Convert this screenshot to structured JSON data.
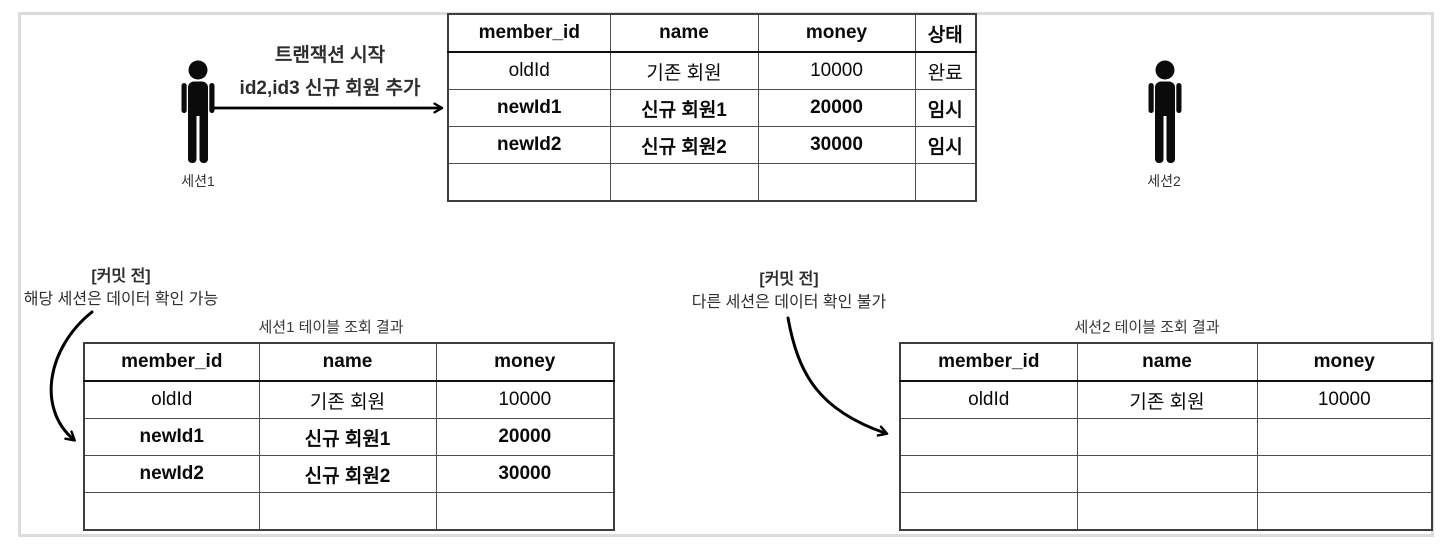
{
  "session1": {
    "label": "세션1"
  },
  "session2": {
    "label": "세션2"
  },
  "transaction_arrow": {
    "line1": "트랜잭션 시작",
    "line2": "id2,id3 신규 회원 추가"
  },
  "main_table": {
    "headers": [
      "member_id",
      "name",
      "money",
      "상태"
    ],
    "rows": [
      {
        "cells": [
          "oldId",
          "기존 회원",
          "10000",
          "완료"
        ],
        "bold": false
      },
      {
        "cells": [
          "newId1",
          "신규 회원1",
          "20000",
          "임시"
        ],
        "bold": true
      },
      {
        "cells": [
          "newId2",
          "신규 회원2",
          "30000",
          "임시"
        ],
        "bold": true
      },
      {
        "cells": [
          "",
          "",
          "",
          ""
        ],
        "bold": false
      }
    ]
  },
  "left_note": {
    "line1": "[커밋 전]",
    "line2": "해당 세션은 데이터 확인 가능"
  },
  "right_note": {
    "line1": "[커밋 전]",
    "line2": "다른 세션은 데이터 확인 불가"
  },
  "session1_table": {
    "title": "세션1 테이블 조회 결과",
    "headers": [
      "member_id",
      "name",
      "money"
    ],
    "rows": [
      {
        "cells": [
          "oldId",
          "기존 회원",
          "10000"
        ],
        "bold": false
      },
      {
        "cells": [
          "newId1",
          "신규 회원1",
          "20000"
        ],
        "bold": true
      },
      {
        "cells": [
          "newId2",
          "신규 회원2",
          "30000"
        ],
        "bold": true
      },
      {
        "cells": [
          "",
          "",
          ""
        ],
        "bold": false
      }
    ]
  },
  "session2_table": {
    "title": "세션2 테이블 조회 결과",
    "headers": [
      "member_id",
      "name",
      "money"
    ],
    "rows": [
      {
        "cells": [
          "oldId",
          "기존 회원",
          "10000"
        ],
        "bold": false
      },
      {
        "cells": [
          "",
          "",
          ""
        ],
        "bold": false
      },
      {
        "cells": [
          "",
          "",
          ""
        ],
        "bold": false
      },
      {
        "cells": [
          "",
          "",
          ""
        ],
        "bold": false
      }
    ]
  },
  "colors": {
    "ink": "#000000",
    "table_border": "#4e4e4e",
    "frame_border": "#dcdcdc",
    "note_text": "#2e2e2e"
  }
}
